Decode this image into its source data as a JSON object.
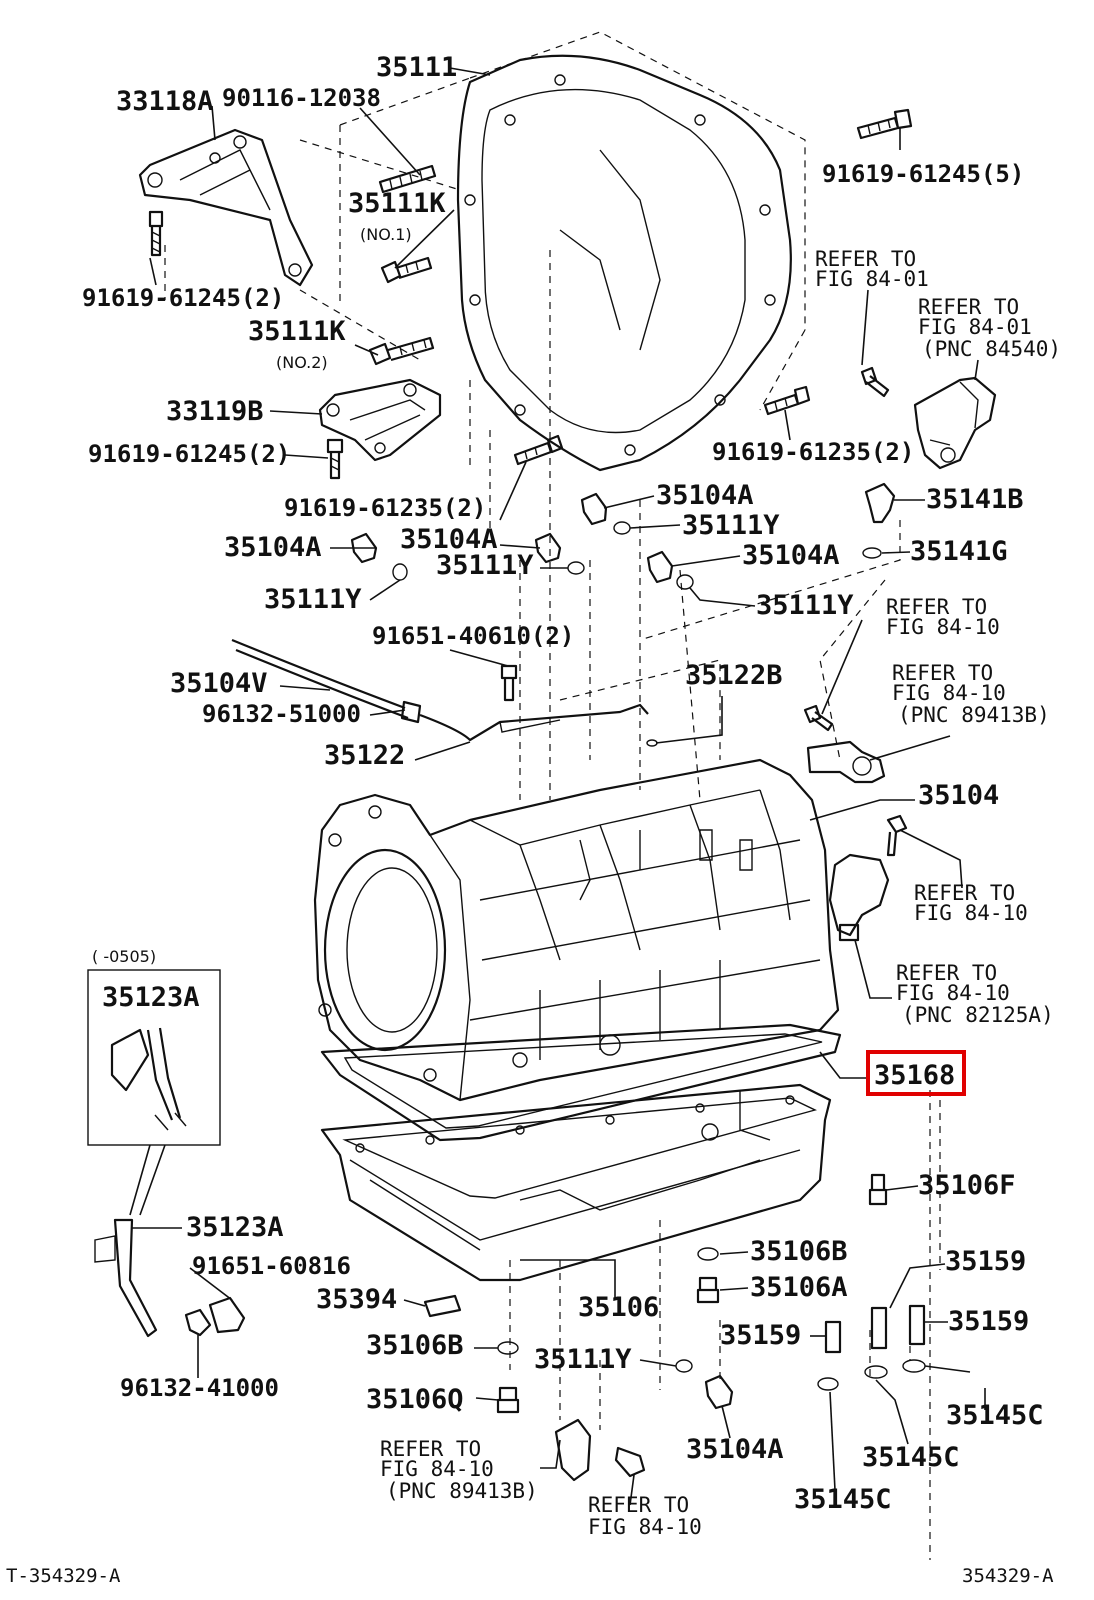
{
  "colors": {
    "ink": "#111111",
    "highlight": "#e00000",
    "background": "#ffffff"
  },
  "labels": {
    "p35111": "35111",
    "p33118A": "33118A",
    "p90116": "90116-12038",
    "p91619_5": "91619-61245(5)",
    "p35111K_1": "35111K",
    "no1": "(NO.1)",
    "p91619_245_2a": "91619-61245(2)",
    "p35111K_2": "35111K",
    "no2": "(NO.2)",
    "refer_a1": "REFER TO",
    "refer_a2": "FIG 84-01",
    "refer_b1": "REFER TO",
    "refer_b2": "FIG 84-01",
    "refer_b3": "(PNC 84540)",
    "p33119B": "33119B",
    "p91619_245_2b": "91619-61245(2)",
    "p91619_235_2a": "91619-61235(2)",
    "p91619_235_2b": "91619-61235(2)",
    "p35104A_1": "35104A",
    "p35111Y_1": "35111Y",
    "p35141B": "35141B",
    "p35104A_2": "35104A",
    "p35104A_3": "35104A",
    "p35111Y_2": "35111Y",
    "p35104A_4": "35104A",
    "p35141G": "35141G",
    "p35111Y_3": "35111Y",
    "p35111Y_4": "35111Y",
    "refer_c1": "REFER TO",
    "refer_c2": "FIG 84-10",
    "p91651_40610": "91651-40610(2)",
    "p35104V": "35104V",
    "p35122B": "35122B",
    "refer_d1": "REFER TO",
    "refer_d2": "FIG 84-10",
    "refer_d3": "(PNC 89413B)",
    "p96132_51000": "96132-51000",
    "p35122": "35122",
    "p35104": "35104",
    "refer_e1": "REFER TO",
    "refer_e2": "FIG 84-10",
    "inset_range": "(     -0505)",
    "p35123A_1": "35123A",
    "refer_f1": "REFER TO",
    "refer_f2": "FIG 84-10",
    "refer_f3": "(PNC 82125A)",
    "p35168": "35168",
    "p35106F": "35106F",
    "p35123A_2": "35123A",
    "p91651_60816": "91651-60816",
    "p35106B_1": "35106B",
    "p35159_1": "35159",
    "p35106A": "35106A",
    "p35394": "35394",
    "p35106": "35106",
    "p35159_2": "35159",
    "p35159_3": "35159",
    "p35106B_2": "35106B",
    "p35111Y_5": "35111Y",
    "p96132_41000": "96132-41000",
    "p35106Q": "35106Q",
    "p35145C_1": "35145C",
    "refer_g1": "REFER TO",
    "refer_g2": "FIG 84-10",
    "refer_g3": "(PNC 89413B)",
    "p35104A_5": "35104A",
    "p35145C_2": "35145C",
    "refer_h1": "REFER TO",
    "refer_h2": "FIG 84-10",
    "p35145C_3": "35145C"
  },
  "footer": {
    "left": "T-354329-A",
    "right": "354329-A"
  }
}
